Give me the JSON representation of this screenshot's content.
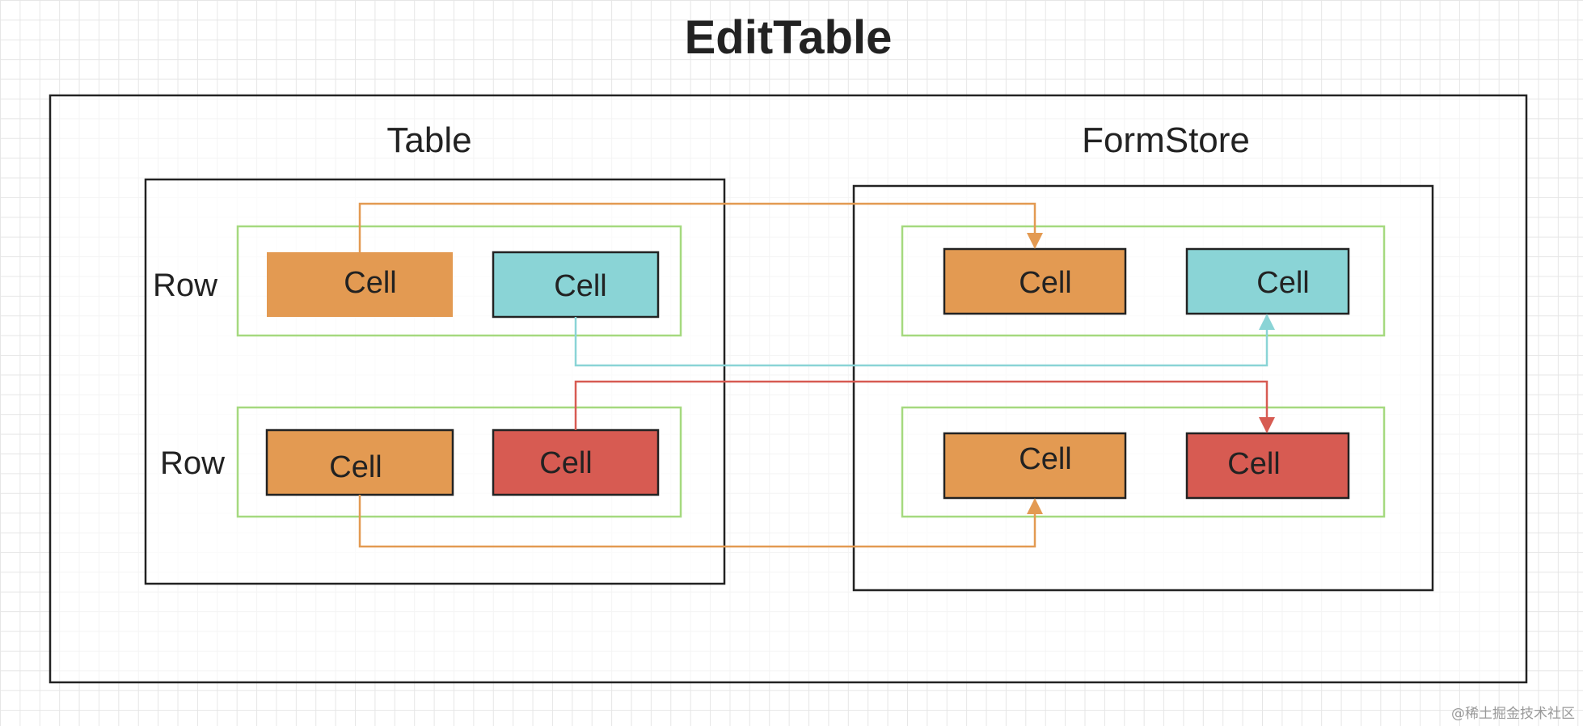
{
  "title": "EditTable",
  "table": {
    "label": "Table",
    "rows": [
      {
        "label": "Row",
        "cells": [
          {
            "text": "Cell",
            "color": "#e39a52"
          },
          {
            "text": "Cell",
            "color": "#8ad4d6"
          }
        ]
      },
      {
        "label": "Row",
        "cells": [
          {
            "text": "Cell",
            "color": "#e39a52"
          },
          {
            "text": "Cell",
            "color": "#d75b52"
          }
        ]
      }
    ]
  },
  "formstore": {
    "label": "FormStore",
    "rows": [
      {
        "cells": [
          {
            "text": "Cell",
            "color": "#e39a52"
          },
          {
            "text": "Cell",
            "color": "#8ad4d6"
          }
        ]
      },
      {
        "cells": [
          {
            "text": "Cell",
            "color": "#e39a52"
          },
          {
            "text": "Cell",
            "color": "#d75b52"
          }
        ]
      }
    ]
  },
  "colors": {
    "row_border": "#a5d97f",
    "orange": "#e39a52",
    "cyan": "#8ad4d6",
    "red": "#d75b52",
    "frame": "#222222"
  },
  "watermark": "@稀土掘金技术社区"
}
